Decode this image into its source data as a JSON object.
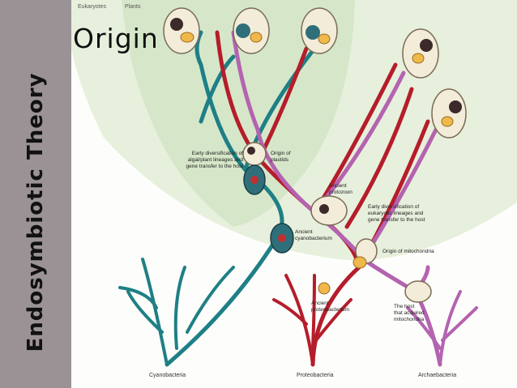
{
  "slide": {
    "side_title": "Endosymbiotic Theory",
    "heading": "Origin"
  },
  "diagram": {
    "region_labels": {
      "eukaryotes": "Eukaryotes",
      "plants": "Plants"
    },
    "annotations": {
      "algal": [
        "Early diversification of",
        "algal/plant lineages and",
        "gene transfer to the host"
      ],
      "plastids": [
        "Origin of",
        "plastids"
      ],
      "protozoon": [
        "Ancient",
        "protozoon"
      ],
      "eukaryotic": [
        "Early diversification of",
        "eukaryotic lineages and",
        "gene transfer to the host"
      ],
      "cyanobacterium": [
        "Ancient",
        "cyanobacterium"
      ],
      "mitochondria": [
        "Origin of mitochondria"
      ],
      "proteobacterium": [
        "Ancient",
        "proteobacterium"
      ],
      "host": [
        "The host",
        "that acquired",
        "mitochondria"
      ]
    },
    "groups": {
      "cyanobacteria": "Cyanobacteria",
      "proteobacteria": "Proteobacteria",
      "archaebacteria": "Archaebacteria"
    },
    "colors": {
      "sidebar": "#9a9294",
      "eukaryote_zone": "#e7f0dc",
      "plant_zone": "#d6e7c9",
      "cyan_lineage": "#1f7f86",
      "red_lineage": "#b51d2b",
      "magenta_lineage": "#b463b0",
      "cell_fill": "#f3ecd9"
    }
  }
}
